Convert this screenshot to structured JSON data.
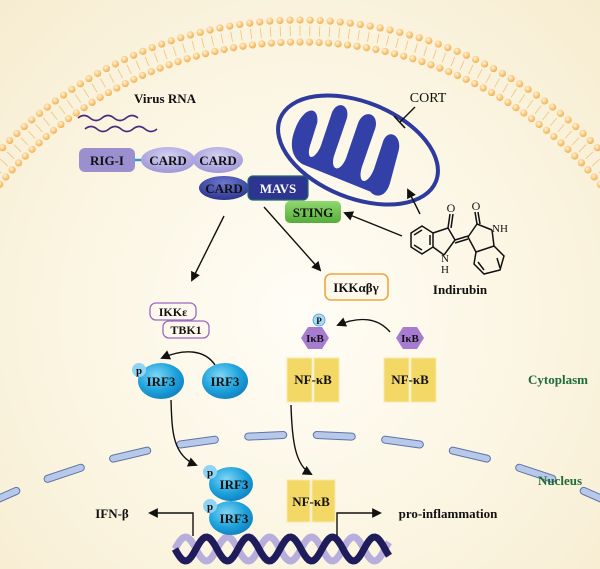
{
  "title": "Indirubin regulation of RIG-I/MAVS/STING signaling",
  "labels": {
    "virus_rna": "Virus RNA",
    "rig_i": "RIG-I",
    "card": "CARD",
    "mavs": "MAVS",
    "sting": "STING",
    "cort": "CORT",
    "indirubin": "Indirubin",
    "ikke": "IKKε",
    "tbk1": "TBK1",
    "ikkabg": "IKKαβγ",
    "irf3": "IRF3",
    "p": "p",
    "P": "P",
    "ikb": "IκB",
    "nfkb": "NF-κB",
    "cytoplasm": "Cytoplasm",
    "nucleus": "Nucleus",
    "ifnb": "IFN-β",
    "pro_inflammation": "pro-inflammation",
    "mol_o": "O",
    "mol_nh": "NH",
    "mol_n": "N",
    "mol_h": "H"
  },
  "colors": {
    "rig_i": "#9b8fd0",
    "card_light": "#a8a0dc",
    "card_dark": "#2e3590",
    "mavs": "#2e3590",
    "sting": "#6cc04a",
    "mito": "#2e3a9c",
    "irf3": "#1e9ed8",
    "ikb": "#a67bd0",
    "nfkb": "#f3d866",
    "membrane": "#f5b858",
    "nuclear_envelope": "#b8c8e8",
    "compartment_label": "#1f6b3a"
  }
}
